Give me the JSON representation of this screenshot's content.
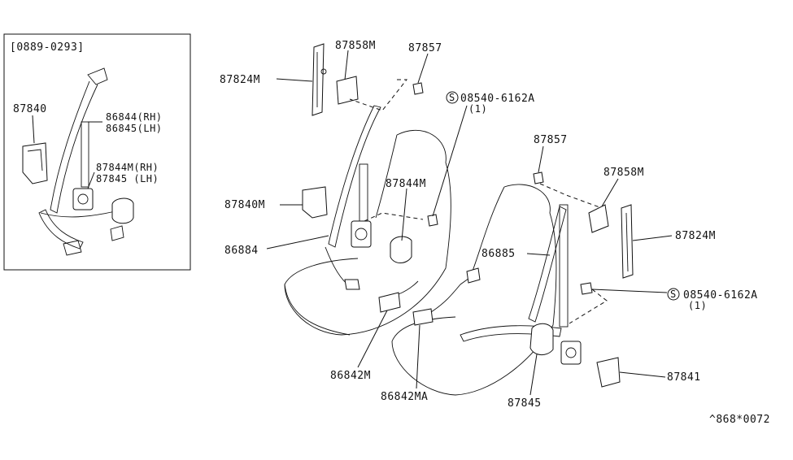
{
  "inset": {
    "date_range": "[0889-0293]",
    "labels": {
      "p87840": "87840",
      "p86844": "86844(RH)",
      "p86845": "86845(LH)",
      "p87844m": "87844M(RH)",
      "p87845": "87845 (LH)"
    }
  },
  "callouts": {
    "c87824m_left": "87824M",
    "c87858m_top": "87858M",
    "c87857_top": "87857",
    "c08540_top": "08540-6162A",
    "c08540_top_qty": "(1)",
    "c87840m": "87840M",
    "c87844m": "87844M",
    "c86884": "86884",
    "c86842m": "86842M",
    "c86842ma": "86842MA",
    "c87857_right": "87857",
    "c87858m_right": "87858M",
    "c86885": "86885",
    "c87824m_right": "87824M",
    "c08540_right": "08540-6162A",
    "c08540_right_qty": "(1)",
    "c87841": "87841",
    "c87845": "87845"
  },
  "footer": {
    "drawing_code": "^868*0072"
  },
  "icons": {
    "screw_symbol": "S"
  }
}
